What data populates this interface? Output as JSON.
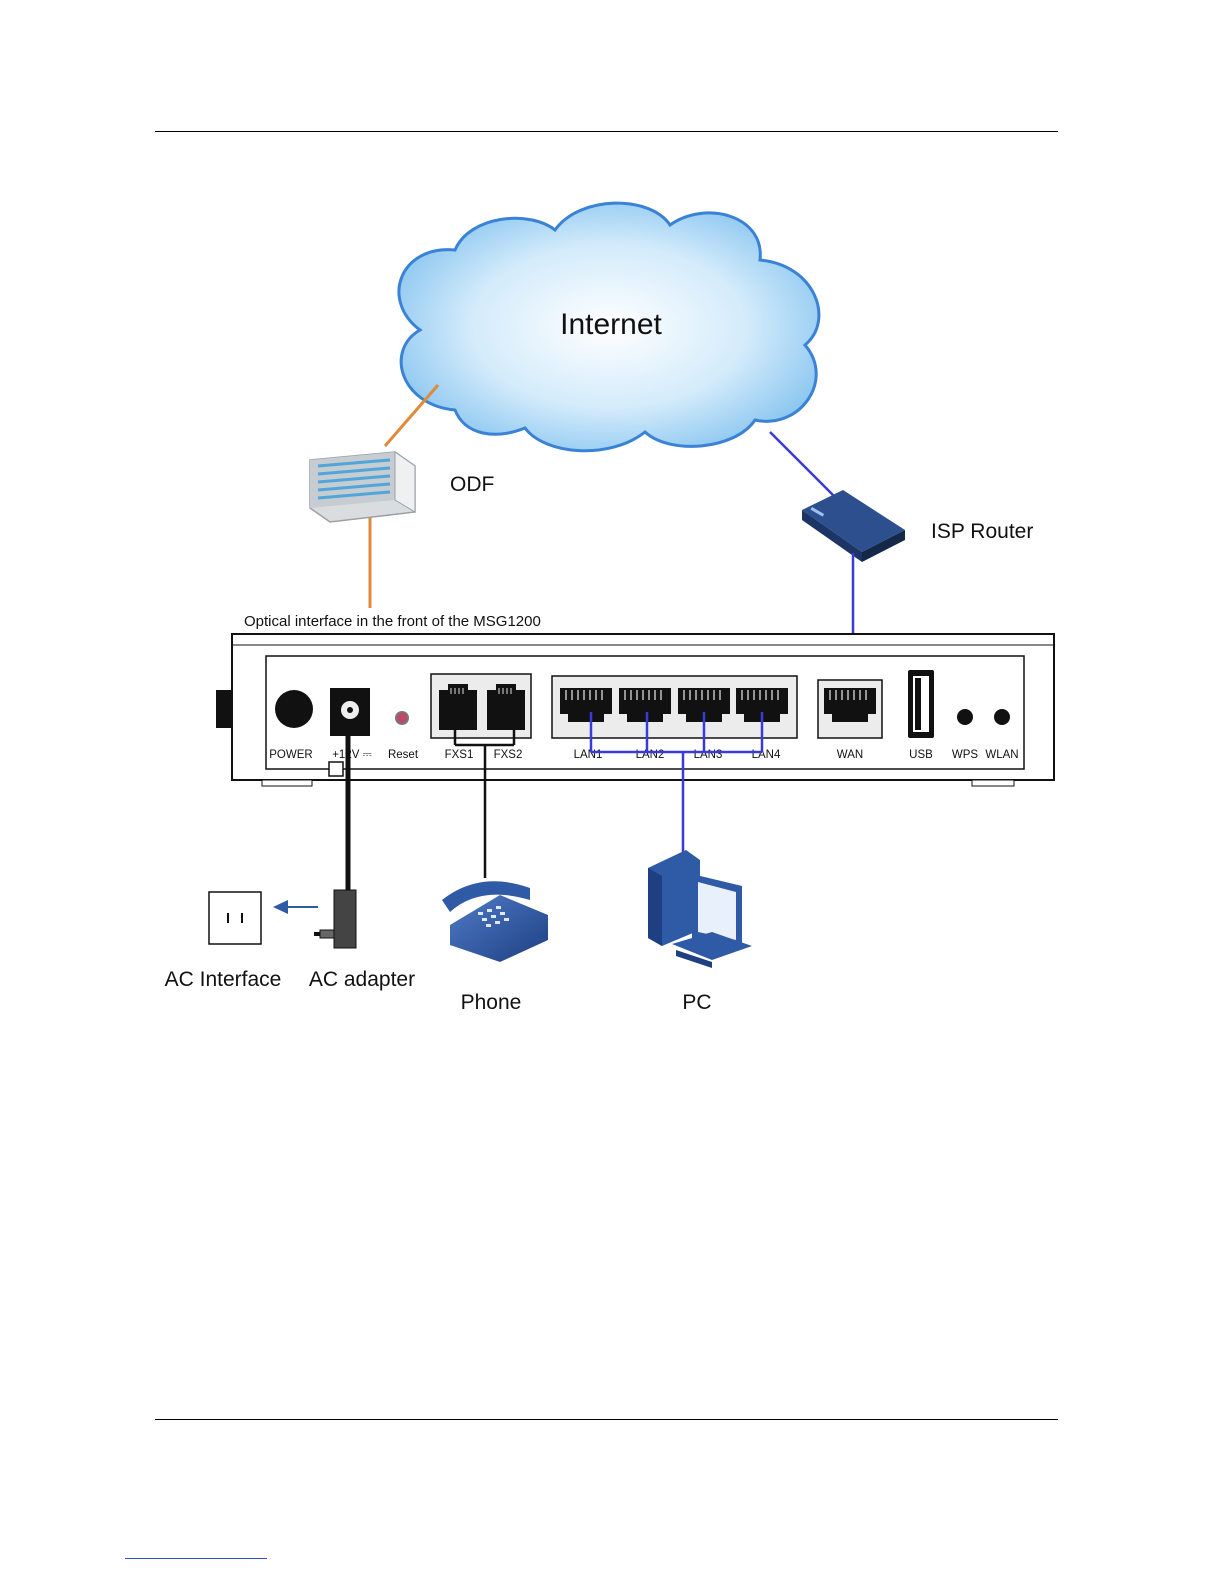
{
  "page": {
    "header_rule": true,
    "footer_rule": true
  },
  "diagram": {
    "cloud_label": "Internet",
    "odf_label": "ODF",
    "isp_router_label": "ISP Router",
    "optical_note": "Optical interface in the front of the MSG1200",
    "ports": {
      "power": "POWER",
      "dc_in": "+12V ⎓",
      "reset": "Reset",
      "fxs1": "FXS1",
      "fxs2": "FXS2",
      "lan1": "LAN1",
      "lan2": "LAN2",
      "lan3": "LAN3",
      "lan4": "LAN4",
      "wan": "WAN",
      "usb": "USB",
      "wps": "WPS",
      "wlan": "WLAN"
    },
    "devices": {
      "ac_interface": "AC Interface",
      "ac_adapter": "AC adapter",
      "phone": "Phone",
      "pc": "PC"
    },
    "colors": {
      "fiber": "#e08a3a",
      "ethernet": "#3a3ad6",
      "power_cable": "#000000",
      "cloud_fill": "#bfe0f7",
      "cloud_edge": "#3a82d6",
      "device_blue": "#2f5aa6"
    }
  }
}
